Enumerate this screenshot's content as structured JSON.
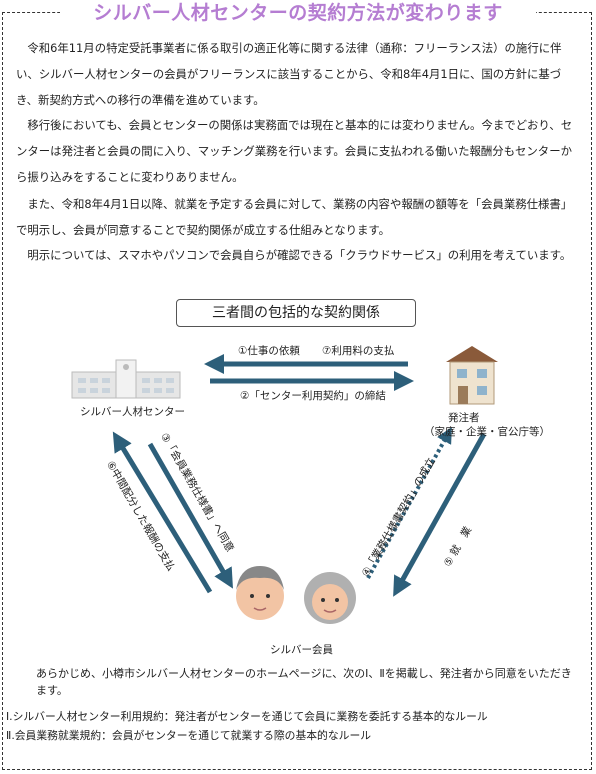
{
  "header": {
    "title": "シルバー人材センターの契約方法が変わります"
  },
  "body": {
    "p1": "令和6年11月の特定受託事業者に係る取引の適正化等に関する法律（通称：フリーランス法）の施行に伴い、シルバー人材センターの会員がフリーランスに該当することから、令和8年4月1日に、国の方針に基づき、新契約方式への移行の準備を進めています。",
    "p2": "移行後においても、会員とセンターの関係は実務面では現在と基本的には変わりません。今までどおり、センターは発注者と会員の間に入り、マッチング業務を行います。会員に支払われる働いた報酬分もセンターから振り込みをすることに変わりありません。",
    "p3": "また、令和8年4月1日以降、就業を予定する会員に対して、業務の内容や報酬の額等を「会員業務仕様書」で明示し、会員が同意することで契約関係が成立する仕組みとなります。",
    "p4": "明示については、スマホやパソコンで会員自らが確認できる「クラウドサービス」の利用を考えています。"
  },
  "diagram": {
    "title": "三者間の包括的な契約関係",
    "center_label": "シルバー人材センター",
    "client_label": "発注者",
    "client_sub": "（家庭・企業・官公庁等）",
    "member_label": "シルバー会員",
    "a1": "①仕事の依頼",
    "a7": "⑦利用料の支払",
    "a2": "②「センター利用契約」の締結",
    "a3": "③「会員業務仕様書」へ同意",
    "a6": "⑥中間配分した報酬の支払",
    "a4": "④「業務仕様書契約」の成立",
    "a5": "⑤ 就　業",
    "colors": {
      "arrow": "#2d5f7a",
      "title": "#b57dd2"
    }
  },
  "footer": {
    "intro": "あらかじめ、小樽市シルバー人材センターのホームページに、次のⅠ、Ⅱを掲載し、発注者から同意をいただきます。",
    "item1": "Ⅰ.シルバー人材センター利用規約：発注者がセンターを通じて会員に業務を委託する基本的なルール",
    "item2": "Ⅱ.会員業務就業規約：会員がセンターを通じて就業する際の基本的なルール"
  }
}
